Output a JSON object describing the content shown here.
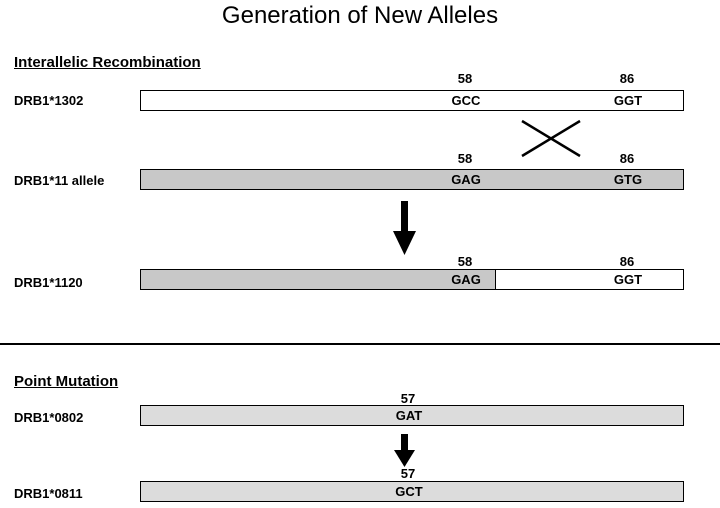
{
  "title": "Generation of New Alleles",
  "sections": {
    "recombination": "Interallelic Recombination",
    "mutation": "Point Mutation"
  },
  "rows": {
    "r1302": {
      "label": "DRB1*1302",
      "pos1": "58",
      "codon1": "GCC",
      "pos2": "86",
      "codon2": "GGT"
    },
    "r11": {
      "label": "DRB1*11 allele",
      "pos1": "58",
      "codon1": "GAG",
      "pos2": "86",
      "codon2": "GTG"
    },
    "r1120": {
      "label": "DRB1*1120",
      "pos1": "58",
      "codon1": "GAG",
      "pos2": "86",
      "codon2": "GGT"
    },
    "r0802": {
      "label": "DRB1*0802",
      "pos1": "57",
      "codon1": "GAT"
    },
    "r0811": {
      "label": "DRB1*0811",
      "pos1": "57",
      "codon1": "GCT"
    }
  },
  "colors": {
    "white_segment": "#ffffff",
    "gray_segment": "#c8c8c8",
    "light_gray_segment": "#dcdcdc",
    "line": "#000000"
  }
}
